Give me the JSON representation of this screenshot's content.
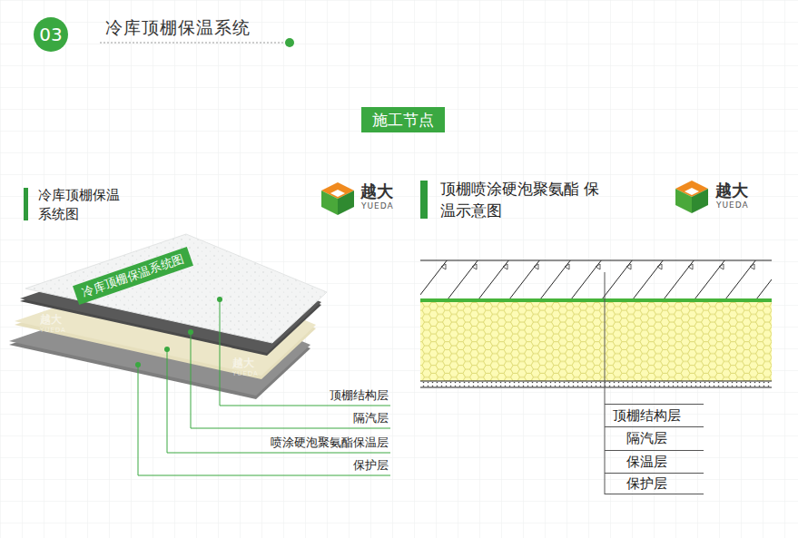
{
  "diagram": {
    "title": "冷库顶棚保温系统",
    "nodes": [
      {
        "text": [
          "03"
        ]
      },
      {
        "text": [
          "施工节点"
        ]
      },
      {
        "text": [
          "顶棚结构层"
        ]
      },
      {
        "text": [
          "隔汽层"
        ]
      },
      {
        "text": [
          "保温层"
        ]
      },
      {
        "text": [
          "保护层"
        ]
      }
    ],
    "labels": [
      "冷库顶棚保温 系统图",
      "越大",
      "YUEDA",
      "顶棚喷涂硬泡聚氨酯 保温示意图",
      "越大",
      "YUEDA",
      "冷库顶棚保温系统图",
      "顶棚结构层",
      "隔汽层",
      "喷涂硬泡聚氨酯保温层",
      "保护层",
      "越大",
      "YUEDA",
      "越大",
      "YUEDA"
    ]
  }
}
